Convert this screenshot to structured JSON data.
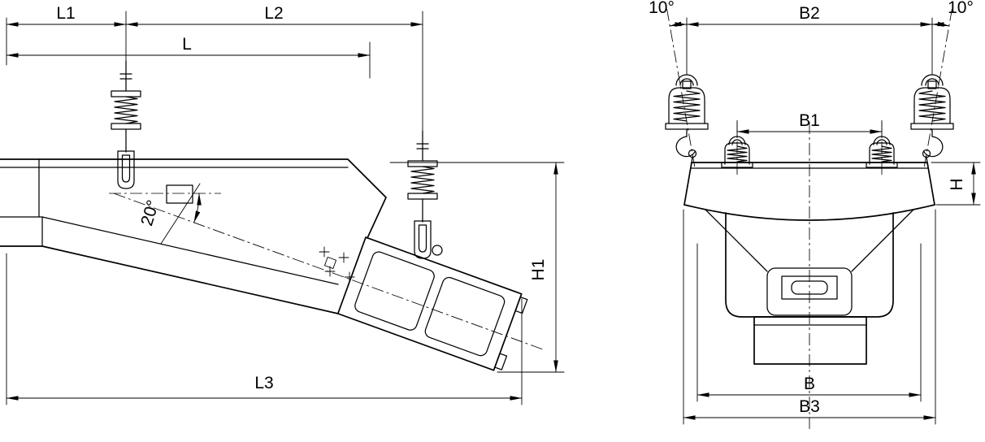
{
  "colors": {
    "line": "#000000",
    "background": "#ffffff"
  },
  "side_view": {
    "dim_l1": "L1",
    "dim_l2": "L2",
    "dim_l": "L",
    "dim_l3": "L3",
    "dim_h1": "H1",
    "angle": "20°"
  },
  "front_view": {
    "dim_b2": "B2",
    "dim_b1": "B1",
    "dim_b": "B",
    "dim_b3": "B3",
    "dim_h": "H",
    "angle_left": "10°",
    "angle_right": "10°"
  }
}
